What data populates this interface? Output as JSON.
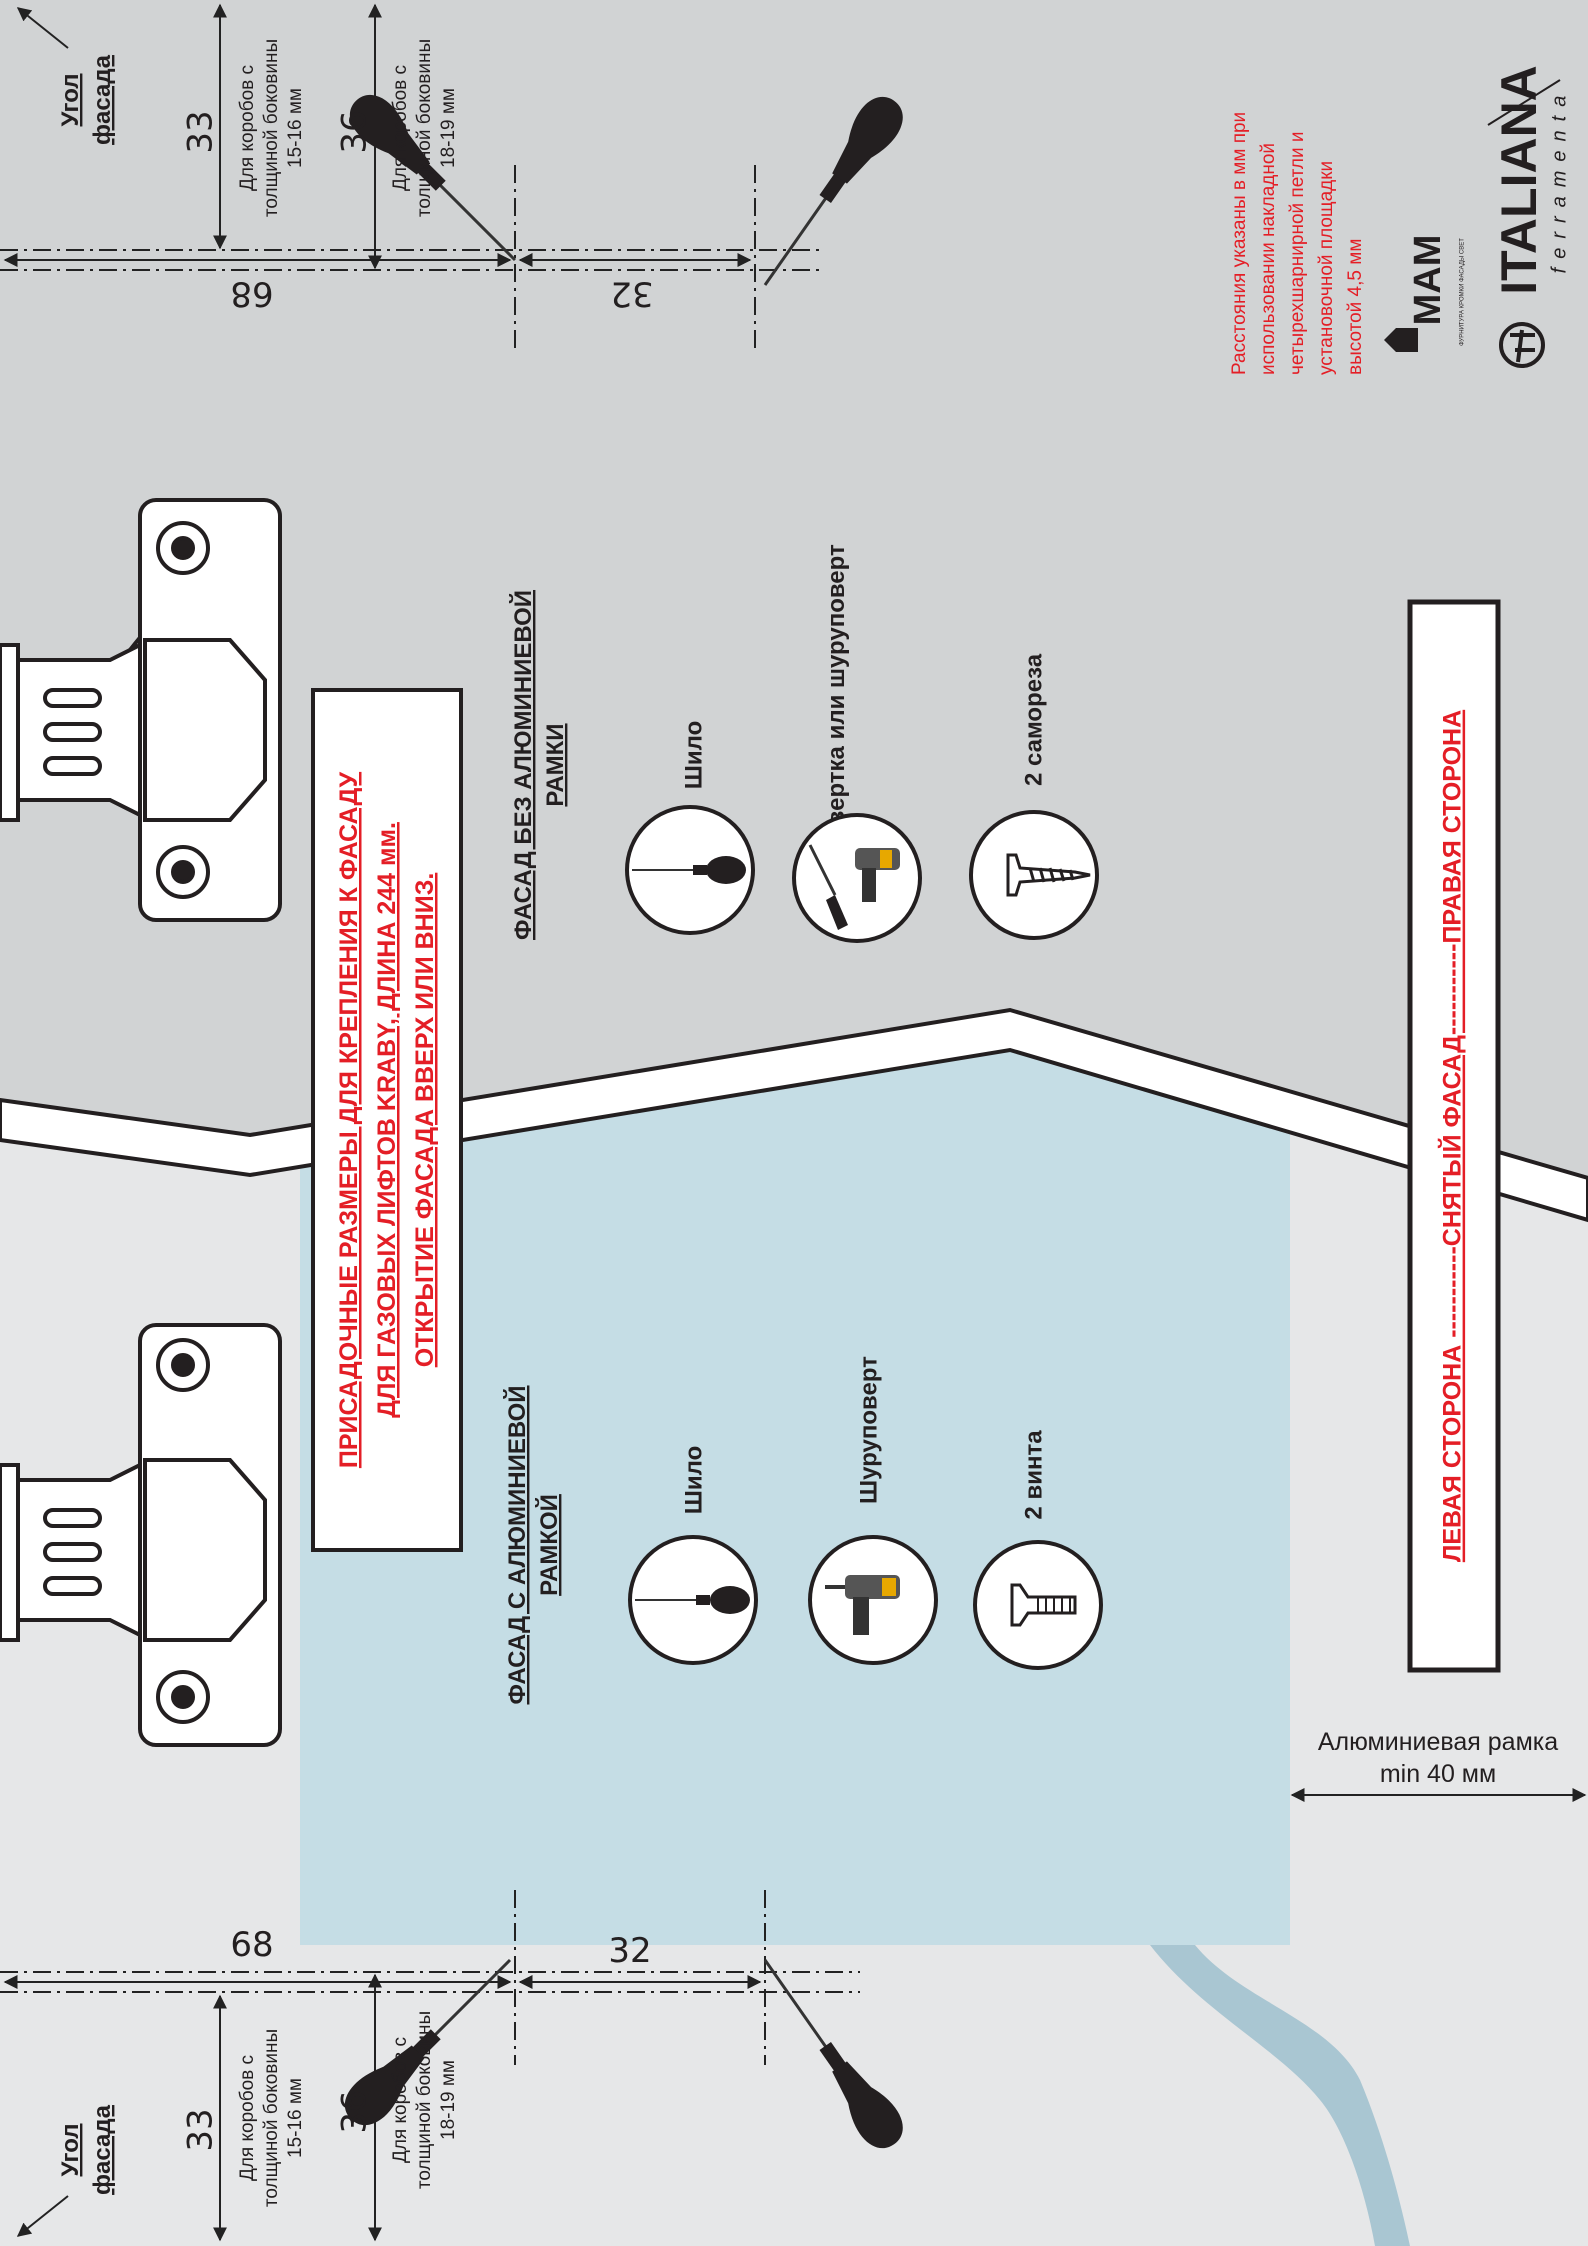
{
  "top_section": {
    "corner_label": [
      "Угол",
      "фасада"
    ],
    "dim_68": "68",
    "dim_32": "32",
    "dim_33": "33",
    "dim_36": "36",
    "note_15_16": [
      "Для коробов с",
      "толщиной боковины",
      "15-16 мм"
    ],
    "note_18_19": [
      "Для коробов с",
      "толщиной боковины",
      "18-19 мм"
    ],
    "title": [
      "ФАСАД БЕЗ АЛЮМИНИЕВОЙ",
      "РАМКИ"
    ],
    "tools": [
      "Шило",
      "Отвертка или шуруповерт",
      "2 самореза"
    ]
  },
  "bottom_section": {
    "corner_label": [
      "Угол",
      "фасада"
    ],
    "dim_68": "68",
    "dim_32": "32",
    "dim_33": "33",
    "dim_36": "36",
    "note_15_16": [
      "Для коробов с",
      "толщиной боковины",
      "15-16 мм"
    ],
    "note_18_19": [
      "Для коробов с",
      "толщиной боковины",
      "18-19 мм"
    ],
    "title": [
      "ФАСАД С АЛЮМИНИЕВОЙ",
      "РАМКОЙ"
    ],
    "tools": [
      "Шило",
      "Шуруповерт",
      "2 винта"
    ],
    "frame_note": [
      "Алюминиевая рамка",
      "min 40 мм"
    ]
  },
  "main_banner": [
    "ПРИСАДОЧНЫЕ РАЗМЕРЫ ДЛЯ КРЕПЛЕНИЯ К ФАСАДУ",
    "ДЛЯ ГАЗОВЫХ ЛИФТОВ KRABY, ДЛИНА 244 мм.",
    "ОТКРЫТИЕ ФАСАДА ВВЕРХ ИЛИ ВНИЗ."
  ],
  "side_banner": "ЛЕВАЯ СТОРОНА -----------СНЯТЫЙ ФАСАД-----------ПРАВАЯ СТОРОНА",
  "note_red": [
    "Расстояния указаны в мм при",
    "использовании  накладной",
    "четырехшарнирной петли и",
    "установочной площадки",
    "высотой 4,5 мм"
  ],
  "brand": {
    "italiana": "ITALIANA",
    "ferramenta": "ferramenta",
    "mam": "MAM",
    "mam_tagline": "ФУРНИТУРА КРОМКИ ФАСАДЫ СВЕТ"
  },
  "colors": {
    "red": "#e41e26",
    "aqua": "#c5dde5",
    "gray_top": "#d1d3d4",
    "gray_bottom": "#e6e7e8",
    "stream": "#a9c6d2"
  }
}
